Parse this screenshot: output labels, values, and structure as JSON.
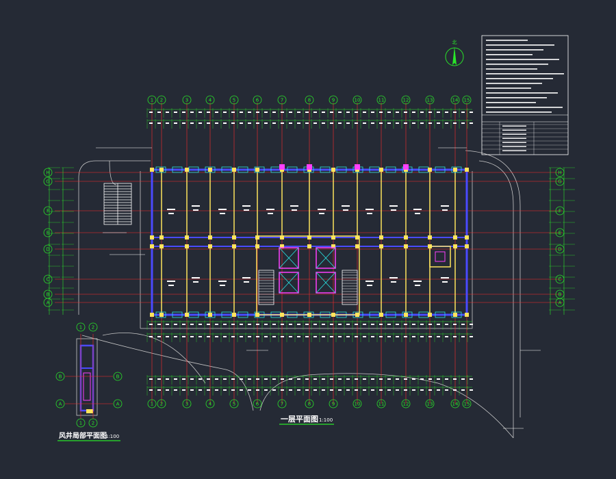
{
  "drawing": {
    "main_title": "一层平面图",
    "main_scale": "1:100",
    "shaft_title": "风井局部平面图",
    "shaft_scale": "1:100",
    "north_label": "北"
  },
  "grid": {
    "top_axes": [
      "1",
      "2",
      "3",
      "4",
      "5",
      "6",
      "7",
      "8",
      "9",
      "10",
      "11",
      "12",
      "13",
      "14",
      "15"
    ],
    "left_axes": [
      "H",
      "G",
      "F",
      "E",
      "D",
      "C",
      "B",
      "A"
    ],
    "right_axes": [
      "H",
      "G",
      "F",
      "E",
      "D",
      "C",
      "B",
      "A"
    ],
    "shaft_axes_top": [
      "1",
      "2"
    ],
    "shaft_axes_side": [
      "B",
      "A"
    ]
  },
  "colors": {
    "background": "#252a35",
    "grid_line": "#ff2a2a",
    "dimension": "#29e629",
    "wall": "#4a4aff",
    "column": "#ffe45c",
    "text": "#ffffff",
    "cyan": "#29e6e6",
    "magenta": "#ff40ff"
  }
}
